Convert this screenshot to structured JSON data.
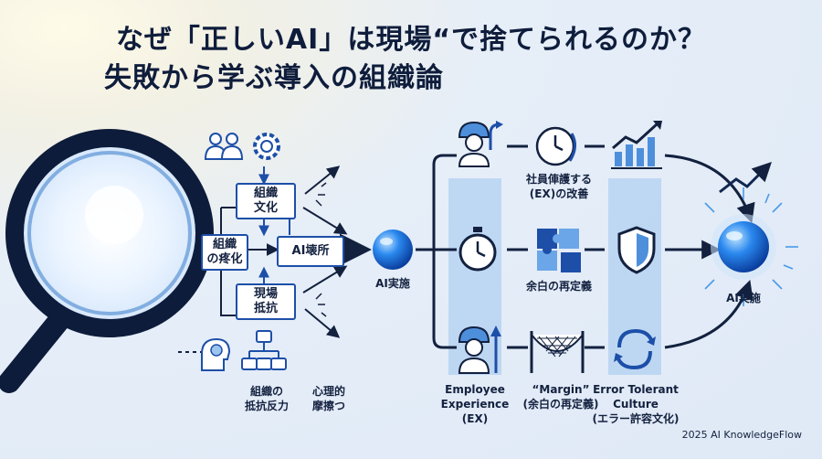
{
  "title": {
    "line1": "なぜ「正しいAI」は現場“で捨てられるのか？",
    "line2": "失敗から学ぶ導入の組織論"
  },
  "left": {
    "box_culture": [
      "組織",
      "文化"
    ],
    "box_collapse": [
      "組織",
      "の疼化"
    ],
    "box_ai": "AI壊所",
    "box_resistance": [
      "現場",
      "抵抗"
    ],
    "label_resistance": [
      "組織の",
      "抵抗反力"
    ],
    "label_friction": [
      "心理的",
      "摩擦つ"
    ]
  },
  "center_node": "AI実施",
  "right_node": "AI実施",
  "rows": [
    {
      "label": [
        "社員俥護する",
        "(EX)の改善"
      ]
    },
    {
      "label": [
        "余白の再定義"
      ]
    }
  ],
  "bottom_labels": [
    [
      "Employee",
      "Experience",
      "(EX)"
    ],
    [
      "“Margin”",
      "(余白の再定義)"
    ],
    [
      "Error Tolerant",
      "Culture",
      "(エラー許容文化)"
    ]
  ],
  "credit": "2025 AI KnowledgeFlow",
  "icons": [
    "magnifier-icon",
    "people-icon",
    "gear-icon",
    "brain-icon",
    "network-icon",
    "worker-icon",
    "clock-icon",
    "chart-up-icon",
    "stopwatch-icon",
    "puzzle-icon",
    "shield-icon",
    "cycle-icon",
    "safety-net-icon",
    "sphere-icon"
  ]
}
